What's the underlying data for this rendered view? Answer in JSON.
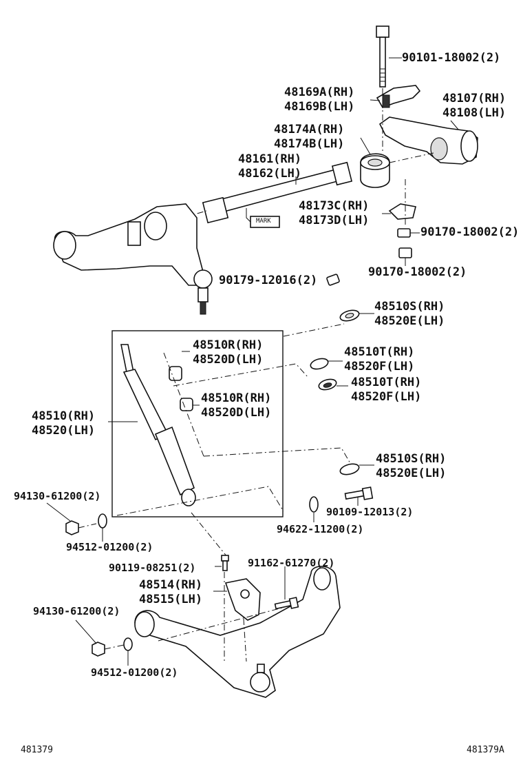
{
  "labels": {
    "bolt_top": "90101-18002(2)",
    "cam_a": "48169A(RH)",
    "cam_b": "48169B(LH)",
    "arm_rh": "48107(RH)",
    "arm_lh": "48108(LH)",
    "bush_a": "48174A(RH)",
    "bush_b": "48174B(LH)",
    "torsion_rh": "48161(RH)",
    "torsion_lh": "48162(LH)",
    "mark": "MARK",
    "seat_c": "48173C(RH)",
    "seat_d": "48173D(LH)",
    "nut1": "90170-18002(2)",
    "nut2": "90170-18002(2)",
    "nut_upper": "90179-12016(2)",
    "retainer_s_rh_1": "48510S(RH)",
    "retainer_e_lh_1": "48520E(LH)",
    "cushion_r_rh_1": "48510R(RH)",
    "cushion_d_lh_1": "48520D(LH)",
    "retainer_t_rh_1": "48510T(RH)",
    "retainer_f_lh_1": "48520F(LH)",
    "retainer_t_rh_2": "48510T(RH)",
    "retainer_f_lh_2": "48520F(LH)",
    "cushion_r_rh_2": "48510R(RH)",
    "cushion_d_lh_2": "48520D(LH)",
    "shock_rh": "48510(RH)",
    "shock_lh": "48520(LH)",
    "retainer_s_rh_2": "48510S(RH)",
    "retainer_e_lh_2": "48520E(LH)",
    "nut_a": "94130-61200(2)",
    "bolt_mid": "90109-12013(2)",
    "washer_mid": "94622-11200(2)",
    "washer_a": "94512-01200(2)",
    "bolt_small": "90119-08251(2)",
    "bolt_bracket": "91162-61270(2)",
    "bracket_rh": "48514(RH)",
    "bracket_lh": "48515(LH)",
    "nut_b": "94130-61200(2)",
    "washer_b": "94512-01200(2)",
    "footer_left": "481379",
    "footer_right": "481379A"
  }
}
